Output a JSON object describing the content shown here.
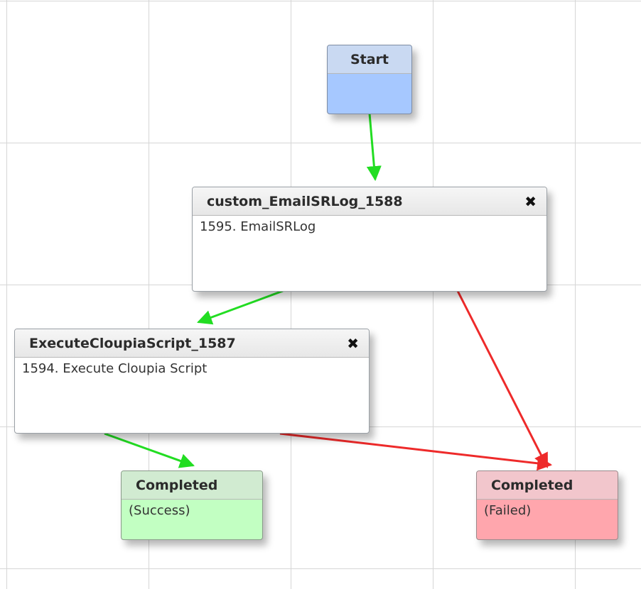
{
  "nodes": {
    "start": {
      "title": "Start"
    },
    "email_task": {
      "title": "custom_EmailSRLog_1588",
      "detail": "1595. EmailSRLog",
      "close_glyph": "✖"
    },
    "script_task": {
      "title": "ExecuteCloupiaScript_1587",
      "detail": "1594. Execute Cloupia Script",
      "close_glyph": "✖"
    },
    "completed_success": {
      "title": "Completed",
      "status": "(Success)"
    },
    "completed_failed": {
      "title": "Completed",
      "status": "(Failed)"
    }
  },
  "edges": [
    {
      "from": "start",
      "to": "email_task",
      "outcome": "success"
    },
    {
      "from": "email_task",
      "to": "script_task",
      "outcome": "success"
    },
    {
      "from": "email_task",
      "to": "completed_failed",
      "outcome": "failure"
    },
    {
      "from": "script_task",
      "to": "completed_success",
      "outcome": "success"
    },
    {
      "from": "script_task",
      "to": "completed_failed",
      "outcome": "failure"
    }
  ],
  "colors": {
    "success_edge": "#22dd22",
    "failure_edge": "#ee2a2a",
    "start_fill": "#a6c8ff",
    "success_fill": "#c2ffc2",
    "failed_fill": "#ffa6ad"
  }
}
